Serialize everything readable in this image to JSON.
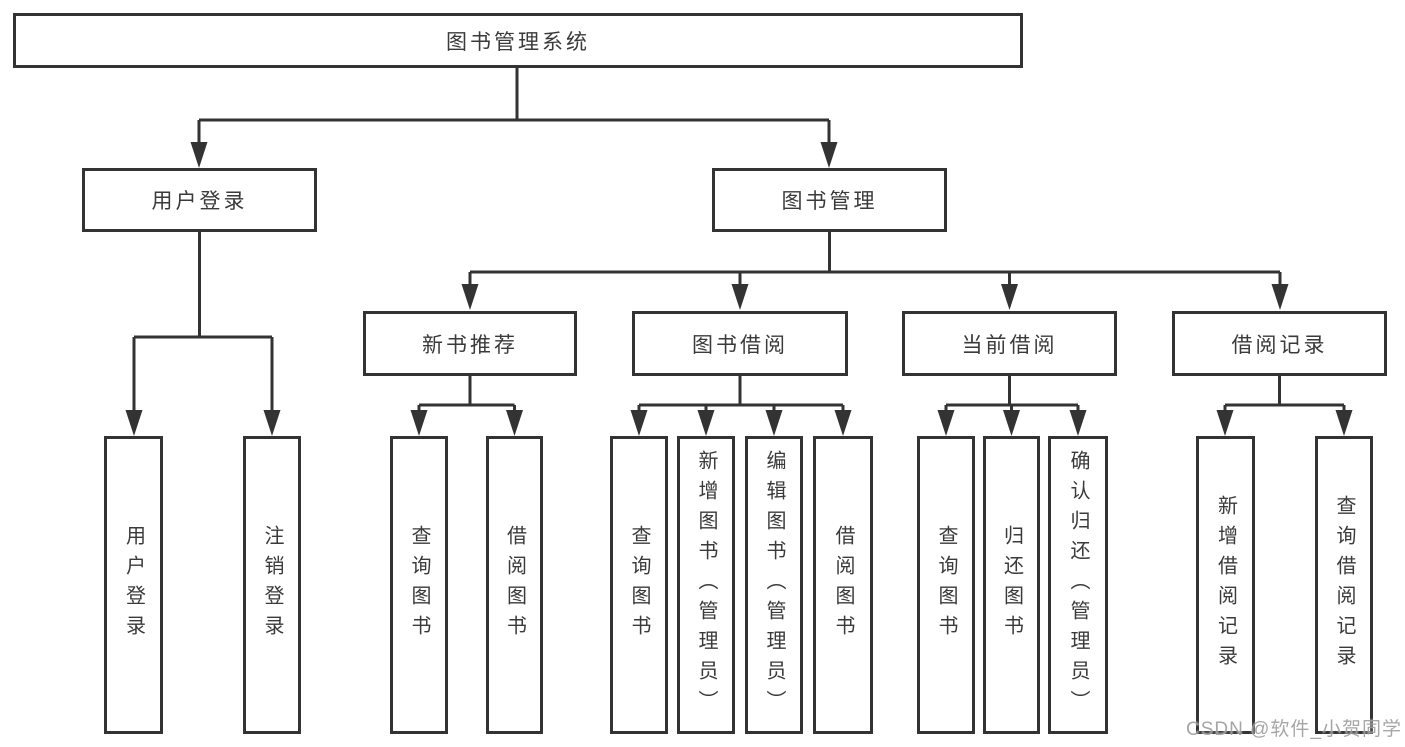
{
  "diagram": {
    "title": "图书管理系统",
    "branches": [
      {
        "label": "用户登录",
        "children": [
          "用户登录",
          "注销登录"
        ]
      },
      {
        "label": "图书管理",
        "children": [
          {
            "label": "新书推荐",
            "children": [
              "查询图书",
              "借阅图书"
            ]
          },
          {
            "label": "图书借阅",
            "children": [
              "查询图书",
              "新增图书（管理员）",
              "编辑图书（管理员）",
              "借阅图书"
            ]
          },
          {
            "label": "当前借阅",
            "children": [
              "查询图书",
              "归还图书",
              "确认归还（管理员）"
            ]
          },
          {
            "label": "借阅记录",
            "children": [
              "新增借阅记录",
              "查询借阅记录"
            ]
          }
        ]
      }
    ]
  },
  "watermark": "CSDN @软件_小贺同学",
  "colors": {
    "line": "#333333",
    "text": "#3a3a3a",
    "box_background": "#ffffff",
    "watermark": "#969696"
  }
}
